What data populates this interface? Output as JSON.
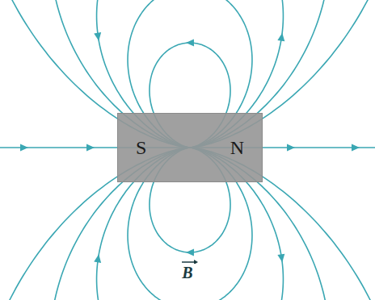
{
  "diagram": {
    "nodes": [
      {
        "text": [
          "S",
          "N"
        ]
      }
    ],
    "labels": [
      "B"
    ]
  }
}
